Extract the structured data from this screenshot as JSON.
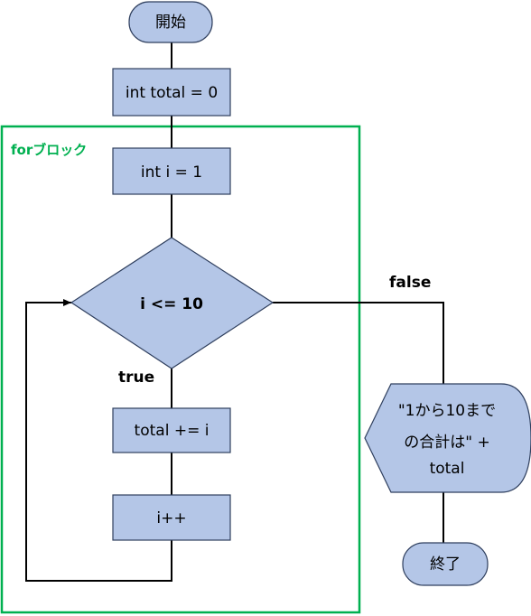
{
  "nodes": {
    "start": "開始",
    "init_total": "int total = 0",
    "init_i": "int i = 1",
    "condition": "i <= 10",
    "add_total": "total += i",
    "increment": "i++",
    "output_line1": "\"1から10まで",
    "output_line2": "の合計は\" +",
    "output_line3": "total",
    "end": "終了"
  },
  "labels": {
    "block": "forブロック",
    "true_branch": "true",
    "false_branch": "false"
  },
  "colors": {
    "shape_fill": "#b4c6e7",
    "block_border": "#00b050",
    "connector": "#000000"
  }
}
